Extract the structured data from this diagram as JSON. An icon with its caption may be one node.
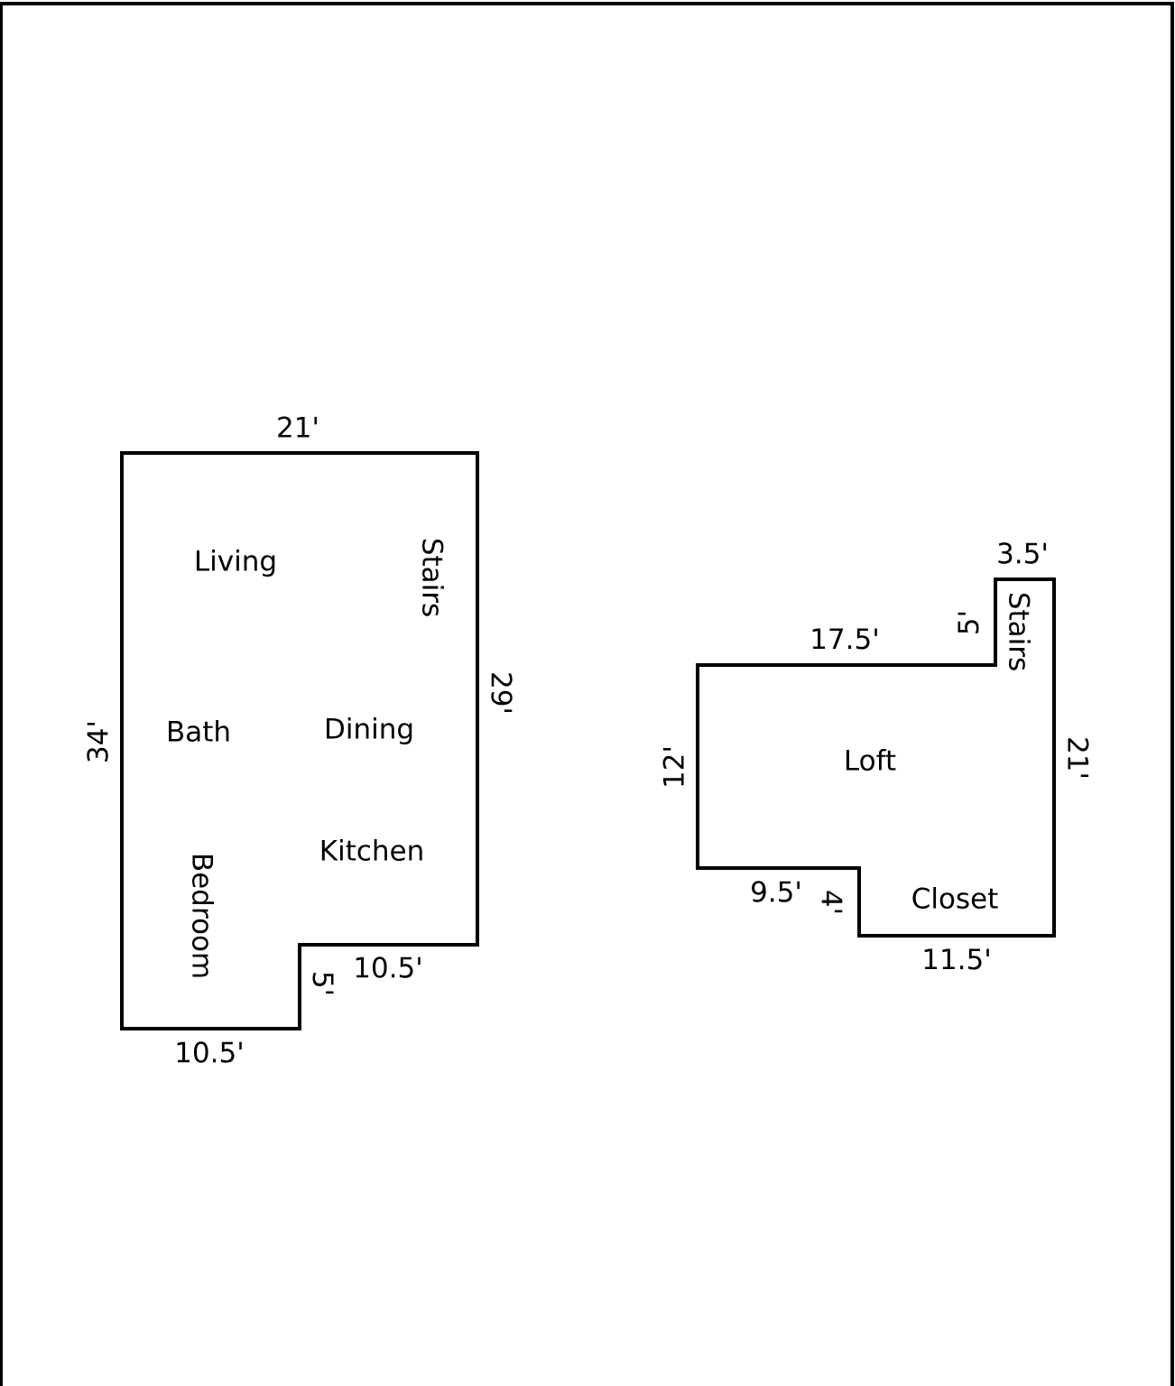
{
  "diagram": {
    "nodes": [
      {
        "text": [
          "Living",
          "Stairs",
          "Bath",
          "Dining",
          "Kitchen",
          "Bedroom"
        ]
      },
      {
        "text": [
          "Stairs",
          "Loft",
          "Closet"
        ]
      }
    ],
    "labels": [
      "21'",
      "3.5'",
      "5'",
      "17.5'",
      "29'",
      "34'",
      "21'",
      "12'",
      "9.5'",
      "4'",
      "11.5'",
      "10.5'",
      "5'",
      "10.5'"
    ]
  }
}
